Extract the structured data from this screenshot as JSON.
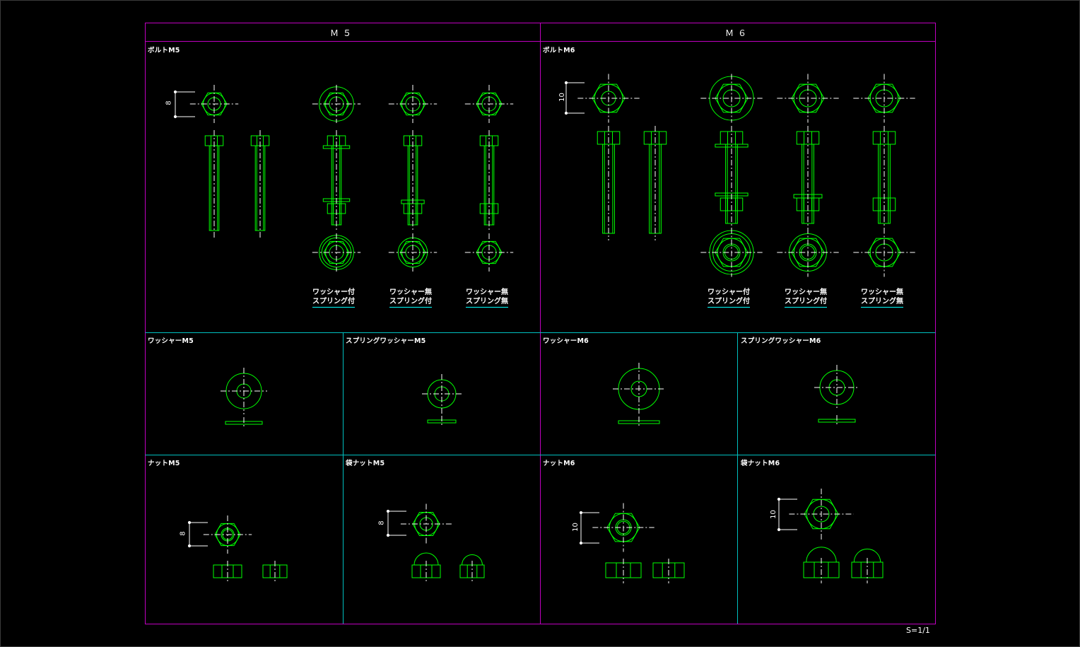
{
  "headers": {
    "m5": "Ｍ５",
    "m6": "Ｍ６"
  },
  "sections": {
    "bolt_m5": "ボルトM5",
    "bolt_m6": "ボルトM6",
    "washer_m5": "ワッシャーM5",
    "spring_washer_m5": "スプリングワッシャーM5",
    "washer_m6": "ワッシャーM6",
    "spring_washer_m6": "スプリングワッシャーM6",
    "nut_m5": "ナットM5",
    "cap_nut_m5": "袋ナットM5",
    "nut_m6": "ナットM6",
    "cap_nut_m6": "袋ナットM6"
  },
  "captions": {
    "m5_a": {
      "line1": "ワッシャー付",
      "line2": "スプリング付"
    },
    "m5_b": {
      "line1": "ワッシャー無",
      "line2": "スプリング付"
    },
    "m5_c": {
      "line1": "ワッシャー無",
      "line2": "スプリング無"
    },
    "m6_a": {
      "line1": "ワッシャー付",
      "line2": "スプリング付"
    },
    "m6_b": {
      "line1": "ワッシャー無",
      "line2": "スプリング付"
    },
    "m6_c": {
      "line1": "ワッシャー無",
      "line2": "スプリング無"
    }
  },
  "dimensions": {
    "bolt_m5": "8",
    "bolt_m6": "10",
    "nut_m5": "8",
    "cap_nut_m5": "8",
    "nut_m6": "10",
    "cap_nut_m6": "10"
  },
  "scale": "S=1/1",
  "colors": {
    "border": "#c000c0",
    "grid": "#00c0c0",
    "part": "#00ff00",
    "center": "#ffffff",
    "background": "#000000"
  }
}
